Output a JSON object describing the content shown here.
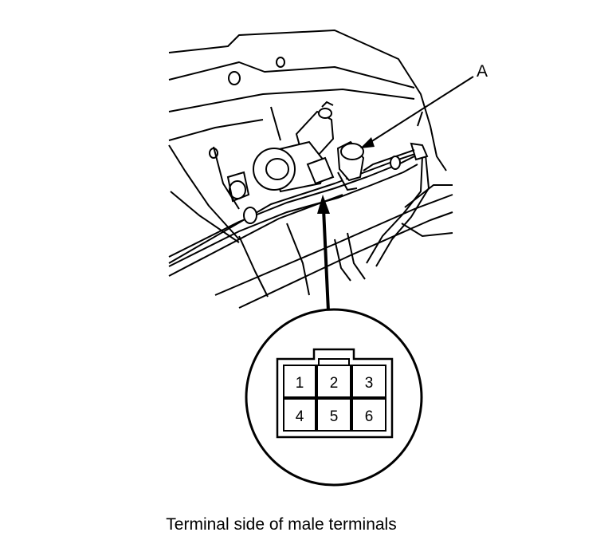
{
  "callout_label": "A",
  "connector": {
    "pins": [
      "1",
      "2",
      "3",
      "4",
      "5",
      "6"
    ]
  },
  "caption": "Terminal side of male terminals"
}
